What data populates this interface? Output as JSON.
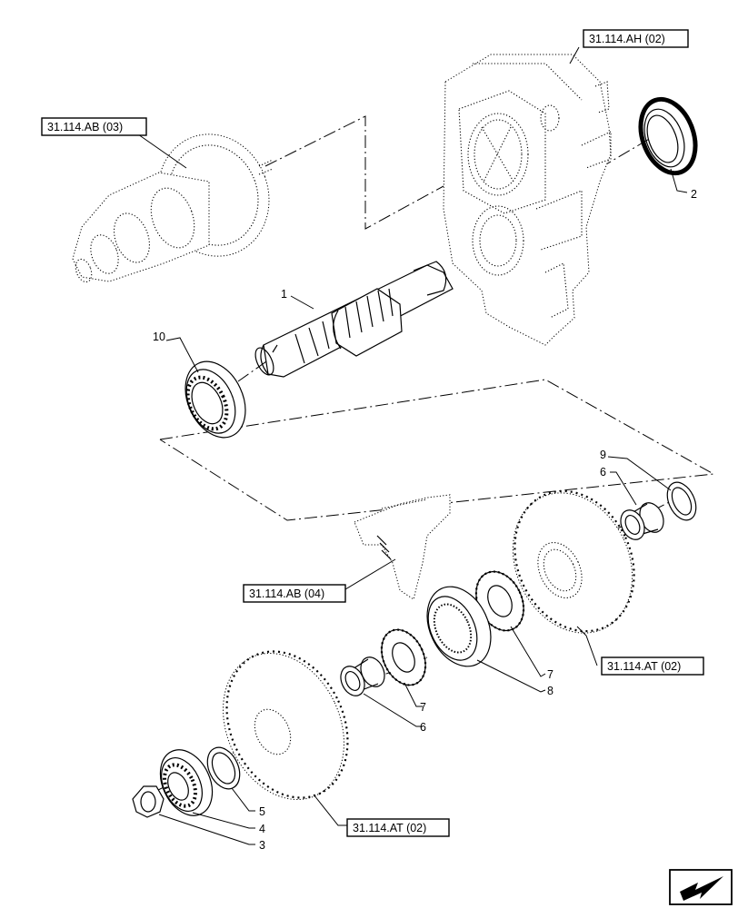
{
  "references": {
    "housing": "31.114.AH (02)",
    "input_shaft_assembly": "31.114.AB (03)",
    "shift_fork": "31.114.AB (04)",
    "upper_gear": "31.114.AT (02)",
    "lower_gear": "31.114.AT (02)"
  },
  "callouts": {
    "shaft": "1",
    "seal": "2",
    "nut": "3",
    "bearing_lower": "4",
    "washer": "5",
    "bushing_left": "6",
    "bushing_right": "6",
    "gear_left": "7",
    "gear_right": "7",
    "synchronizer": "8",
    "washer_right": "9",
    "bearing_upper": "10"
  },
  "nav": {
    "icon": "arrow-return-icon"
  }
}
